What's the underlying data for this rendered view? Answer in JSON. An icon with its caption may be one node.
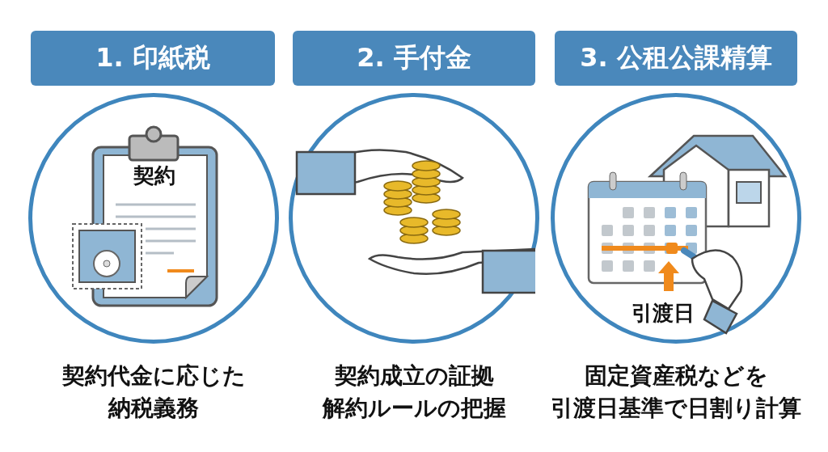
{
  "diagram": {
    "nodes": [
      {
        "text": [
          "1. 印紙税"
        ]
      },
      {
        "text": [
          "2. 手付金"
        ]
      },
      {
        "text": [
          "3. 公租公課精算"
        ]
      },
      {
        "text": [
          "契約"
        ],
        "beside": [
          "契約代金に応じた納税義務"
        ]
      },
      {
        "text": [],
        "shape": "circle",
        "beside": [
          "契約成立の証拠解約ルールの把握"
        ]
      },
      {
        "text": [
          "引渡日"
        ],
        "beside": [
          "固定資産税などを引渡日基準で日割り計算"
        ]
      }
    ],
    "edges": []
  }
}
